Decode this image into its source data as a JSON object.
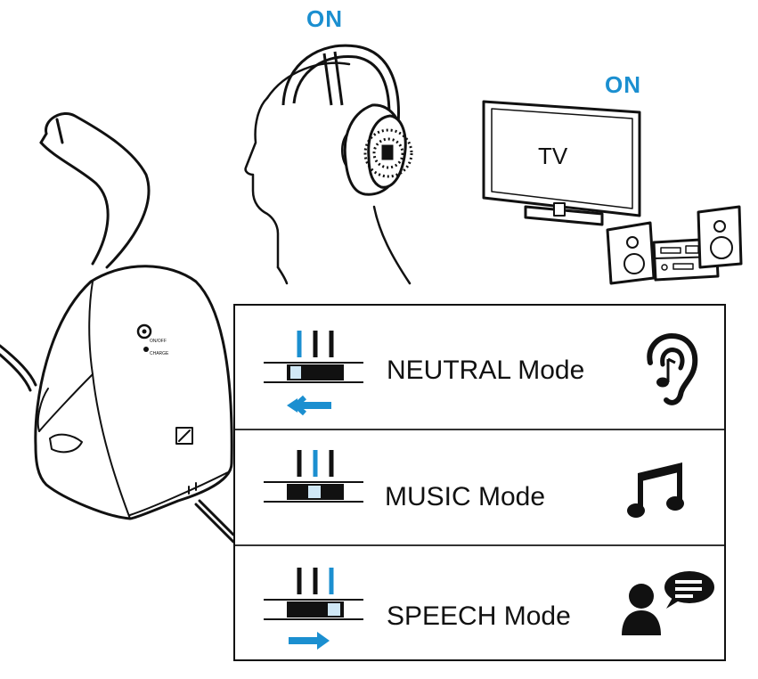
{
  "labels": {
    "headphones_status": "ON",
    "tv_status": "ON",
    "tv_text": "TV"
  },
  "colors": {
    "accent": "#1b8fd0",
    "ink": "#111111"
  },
  "modes": [
    {
      "label": "NEUTRAL Mode",
      "active_index": 0,
      "arrow": "left",
      "icon": "ear-icon"
    },
    {
      "label": "MUSIC Mode",
      "active_index": 1,
      "arrow": "none",
      "icon": "music-note-icon"
    },
    {
      "label": "SPEECH Mode",
      "active_index": 2,
      "arrow": "right",
      "icon": "speaking-person-icon"
    }
  ]
}
